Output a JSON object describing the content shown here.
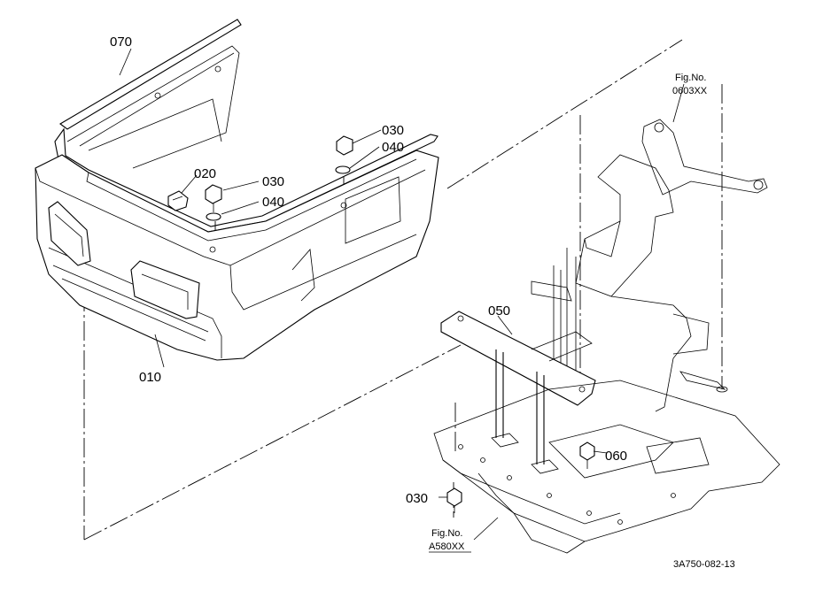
{
  "callouts": {
    "p070": "070",
    "p020": "020",
    "p030a": "030",
    "p040a": "040",
    "p030b": "030",
    "p040b": "040",
    "p010": "010",
    "p050": "050",
    "p060": "060",
    "p030c": "030"
  },
  "fig_refs": {
    "top_label": "Fig.No.",
    "top_number": "0603XX",
    "bottom_label": "Fig.No.",
    "bottom_number": "A580XX"
  },
  "drawing_code": "3A750-082-13"
}
